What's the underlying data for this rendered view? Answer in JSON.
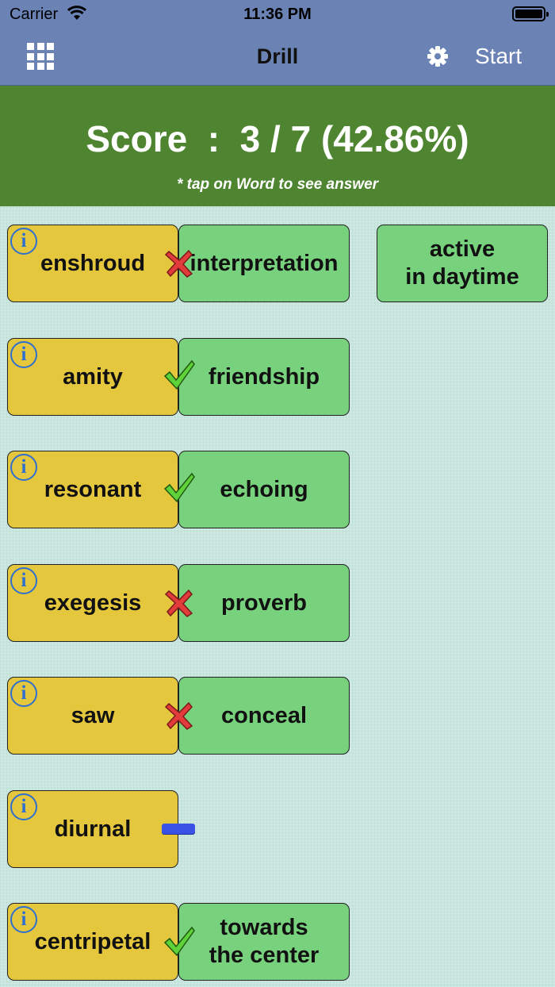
{
  "status_bar": {
    "carrier": "Carrier",
    "time": "11:36 PM"
  },
  "nav": {
    "title": "Drill",
    "start_label": "Start",
    "menu_icon": "grid-icon",
    "settings_icon": "gear-icon"
  },
  "score": {
    "text": "Score  :  3 / 7 (42.86%)",
    "hint": "* tap on Word to see answer"
  },
  "info_glyph": "i",
  "pairs": [
    {
      "word": "enshroud",
      "answer": "interpretation",
      "result": "wrong"
    },
    {
      "word": "amity",
      "answer": "friendship",
      "result": "correct"
    },
    {
      "word": "resonant",
      "answer": "echoing",
      "result": "correct"
    },
    {
      "word": "exegesis",
      "answer": "proverb",
      "result": "wrong"
    },
    {
      "word": "saw",
      "answer": "conceal",
      "result": "wrong"
    },
    {
      "word": "diurnal",
      "answer": "",
      "result": "unanswered"
    },
    {
      "word": "centripetal",
      "answer": "towards\nthe center",
      "result": "correct"
    }
  ],
  "spare_answers": [
    "active\nin daytime"
  ],
  "colors": {
    "nav": "#6a82b4",
    "banner": "#4f8531",
    "word_tile": "#e4c73d",
    "answer_tile": "#78d17d",
    "info": "#2f6fd0"
  }
}
